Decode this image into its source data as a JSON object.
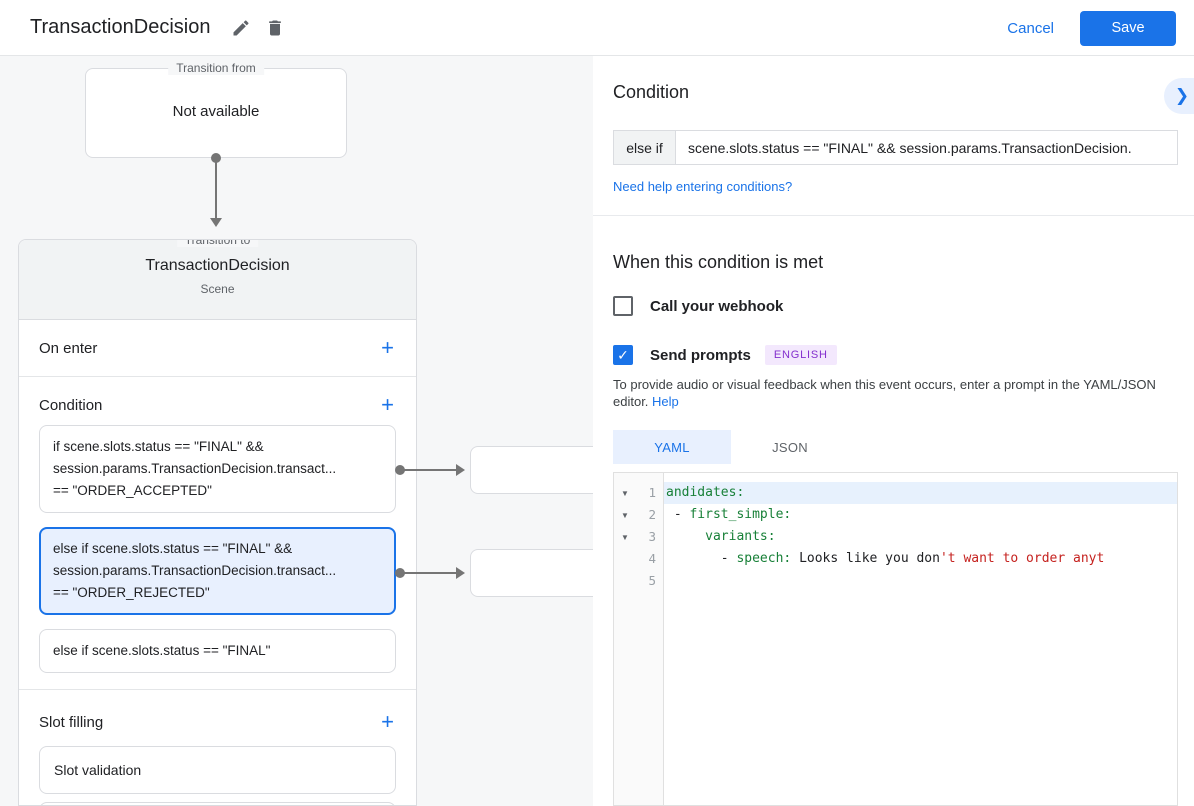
{
  "header": {
    "title": "TransactionDecision",
    "cancel_label": "Cancel",
    "save_label": "Save"
  },
  "icons": {
    "add": "+",
    "chevron_right": "❯",
    "check": "✓",
    "fold": "▼"
  },
  "flow": {
    "transition_from": {
      "legend": "Transition from",
      "content": "Not available"
    },
    "transition_to": {
      "legend": "Transition to",
      "title": "TransactionDecision",
      "subtitle": "Scene"
    },
    "on_enter_label": "On enter",
    "condition_label": "Condition",
    "slot_filling_label": "Slot filling",
    "slot_card_label": "Slot validation",
    "condition_cards": [
      {
        "selected": false,
        "lines": [
          "if scene.slots.status == \"FINAL\" &&",
          "session.params.TransactionDecision.transact...",
          "== \"ORDER_ACCEPTED\""
        ]
      },
      {
        "selected": true,
        "lines": [
          "else if scene.slots.status == \"FINAL\" &&",
          "session.params.TransactionDecision.transact...",
          "== \"ORDER_REJECTED\""
        ]
      },
      {
        "selected": false,
        "lines": [
          "else if scene.slots.status == \"FINAL\""
        ]
      }
    ]
  },
  "panel": {
    "condition_heading": "Condition",
    "condition_prefix": "else if",
    "condition_value": "scene.slots.status == \"FINAL\" && session.params.TransactionDecision.",
    "conditions_help_link": "Need help entering conditions?",
    "when_heading": "When this condition is met",
    "webhook_label": "Call your webhook",
    "prompts_label": "Send prompts",
    "language_badge": "ENGLISH",
    "prompt_help_text": "To provide audio or visual feedback when this event occurs, enter a prompt in the YAML/JSON editor. ",
    "prompt_help_link": "Help",
    "tab_yaml": "YAML",
    "tab_json": "JSON",
    "editor_lines": [
      {
        "num": "1",
        "fold": true,
        "highlight": true,
        "segments": [
          {
            "text": "andidates:",
            "type": "key"
          }
        ]
      },
      {
        "num": "2",
        "fold": true,
        "highlight": false,
        "segments": [
          {
            "text": " - ",
            "type": "plain"
          },
          {
            "text": "first_simple:",
            "type": "key"
          }
        ]
      },
      {
        "num": "3",
        "fold": true,
        "highlight": false,
        "segments": [
          {
            "text": "     ",
            "type": "plain"
          },
          {
            "text": "variants:",
            "type": "key"
          }
        ]
      },
      {
        "num": "4",
        "fold": false,
        "highlight": false,
        "segments": [
          {
            "text": "       - ",
            "type": "plain"
          },
          {
            "text": "speech:",
            "type": "key"
          },
          {
            "text": " Looks like you don",
            "type": "plain"
          },
          {
            "text": "'t want to order anyt",
            "type": "string"
          }
        ]
      },
      {
        "num": "5",
        "fold": false,
        "highlight": false,
        "segments": []
      }
    ]
  },
  "colors": {
    "accent_blue": "#1a73e8",
    "selected_card_bg": "#e8f0fe",
    "canvas_bg": "#f6f7f8",
    "badge_purple": "#8430ce",
    "code_key_green": "#188038",
    "code_string_red": "#c5221f"
  }
}
